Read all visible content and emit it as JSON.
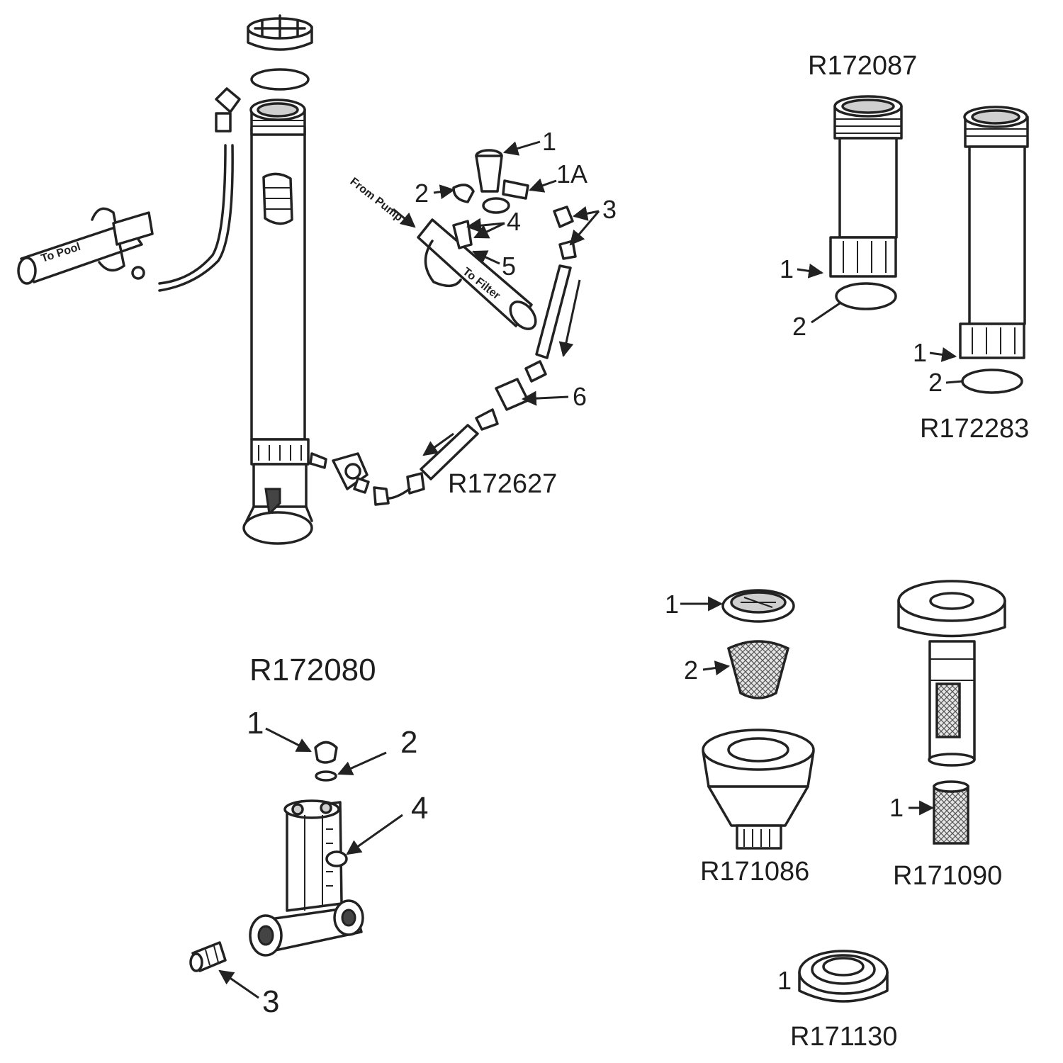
{
  "parts": [
    {
      "code": "R172627",
      "labels": [
        "1",
        "1A",
        "2",
        "3",
        "4",
        "5",
        "6"
      ],
      "pipe_labels": [
        "To Pool",
        "To Filter",
        "From Pump"
      ]
    },
    {
      "code": "R172087",
      "labels": [
        "1",
        "2"
      ]
    },
    {
      "code": "R172283",
      "labels": [
        "1",
        "2"
      ]
    },
    {
      "code": "R172080",
      "labels": [
        "1",
        "2",
        "3",
        "4"
      ]
    },
    {
      "code": "R171086",
      "labels": [
        "1",
        "2"
      ]
    },
    {
      "code": "R171090",
      "labels": [
        "1"
      ]
    },
    {
      "code": "R171130",
      "labels": [
        "1"
      ]
    }
  ]
}
